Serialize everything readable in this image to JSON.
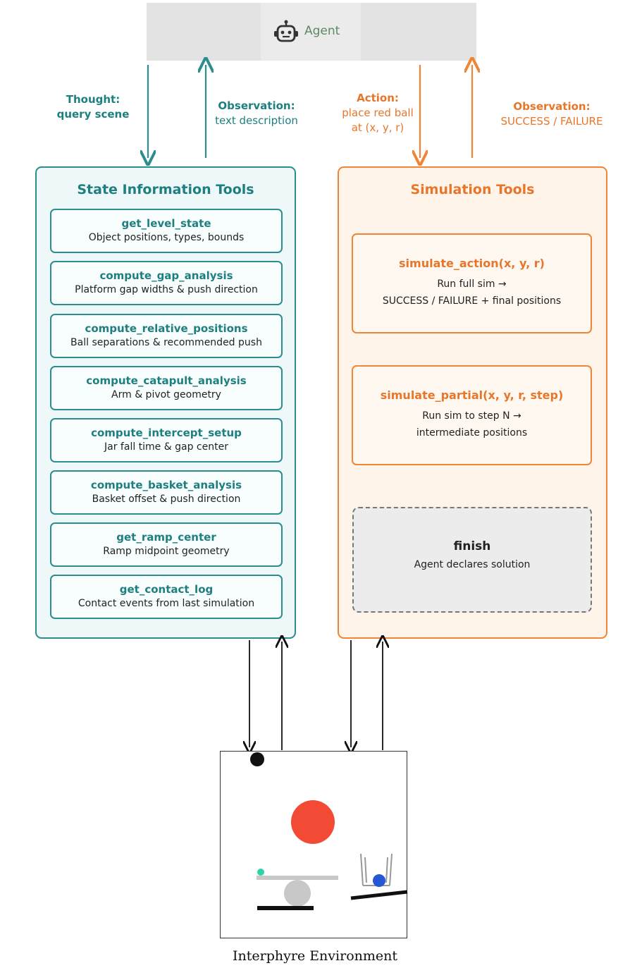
{
  "agent": {
    "label": "Agent",
    "icon": "robot-icon"
  },
  "arrows": {
    "thought": {
      "title": "Thought:",
      "text": "query scene"
    },
    "observation_left": {
      "title": "Observation:",
      "text": "text description"
    },
    "action": {
      "title": "Action:",
      "text_line1": "place red ball",
      "text_line2": "at (x, y, r)"
    },
    "observation_right": {
      "title": "Observation:",
      "text": "SUCCESS / FAILURE"
    }
  },
  "state_panel": {
    "title": "State Information Tools",
    "tools": [
      {
        "name": "get_level_state",
        "desc": "Object positions, types, bounds"
      },
      {
        "name": "compute_gap_analysis",
        "desc": "Platform gap widths & push direction"
      },
      {
        "name": "compute_relative_positions",
        "desc": "Ball separations & recommended push"
      },
      {
        "name": "compute_catapult_analysis",
        "desc": "Arm & pivot geometry"
      },
      {
        "name": "compute_intercept_setup",
        "desc": "Jar fall time & gap center"
      },
      {
        "name": "compute_basket_analysis",
        "desc": "Basket offset & push direction"
      },
      {
        "name": "get_ramp_center",
        "desc": "Ramp midpoint geometry"
      },
      {
        "name": "get_contact_log",
        "desc": "Contact events from last simulation"
      }
    ]
  },
  "sim_panel": {
    "title": "Simulation Tools",
    "tools": [
      {
        "name": "simulate_action(x, y, r)",
        "desc_line1": "Run full sim →",
        "desc_line2": "SUCCESS / FAILURE + final positions"
      },
      {
        "name": "simulate_partial(x, y, r, step)",
        "desc_line1": "Run sim to step N →",
        "desc_line2": "intermediate positions"
      }
    ],
    "finish": {
      "name": "finish",
      "desc": "Agent declares solution"
    }
  },
  "environment": {
    "caption": "Interphyre Environment"
  },
  "colors": {
    "teal": "#2b8d8e",
    "orange": "#ef8535",
    "red_ball": "#f24a34",
    "blue_ball": "#2456d6",
    "green_ball": "#2bd4a8"
  }
}
